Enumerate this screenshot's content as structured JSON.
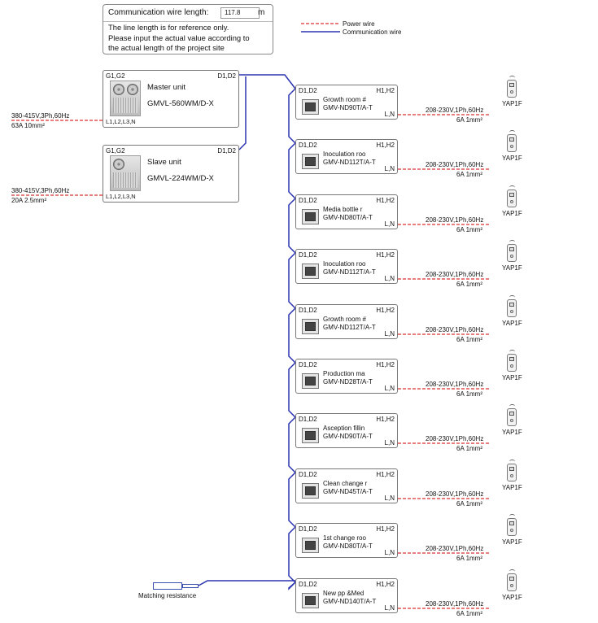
{
  "info": {
    "length_label": "Communication wire length:",
    "length_value": "117.8",
    "length_unit": "m",
    "note_line1": "The line length is for reference only.",
    "note_line2": "Please input the actual value according to",
    "note_line3": "the actual length of the project site"
  },
  "legend": {
    "power": "Power wire",
    "comm": "Communication wire",
    "power_color": "#d93030",
    "comm_color": "#2a33b0"
  },
  "outdoor_units": [
    {
      "top_left": "G1,G2",
      "top_right": "D1,D2",
      "bottom_left": "L1,L2,L3,N",
      "name": "Master unit",
      "model": "GMVL-560WM/D-X",
      "power_line1": "380-415V,3Ph,60Hz",
      "power_line2": "63A  10mm²"
    },
    {
      "top_left": "G1,G2",
      "top_right": "D1,D2",
      "bottom_left": "L1,L2,L3,N",
      "name": "Slave unit",
      "model": "GMVL-224WM/D-X",
      "power_line1": "380-415V,3Ph,60Hz",
      "power_line2": "20A  2.5mm²"
    }
  ],
  "indoor_units": [
    {
      "top_left": "D1,D2",
      "top_right": "H1,H2",
      "room": "Growth room #",
      "model": "GMV-ND90T/A-T",
      "ln": "L,N",
      "power_line1": "208-230V,1Ph,60Hz",
      "power_line2": "6A  1mm²",
      "controller": "YAP1F"
    },
    {
      "top_left": "D1,D2",
      "top_right": "H1,H2",
      "room": "Inoculation roo",
      "model": "GMV-ND112T/A-T",
      "ln": "L,N",
      "power_line1": "208-230V,1Ph,60Hz",
      "power_line2": "6A  1mm²",
      "controller": "YAP1F"
    },
    {
      "top_left": "D1,D2",
      "top_right": "H1,H2",
      "room": "Media bottle r",
      "model": "GMV-ND80T/A-T",
      "ln": "L,N",
      "power_line1": "208-230V,1Ph,60Hz",
      "power_line2": "6A  1mm²",
      "controller": "YAP1F"
    },
    {
      "top_left": "D1,D2",
      "top_right": "H1,H2",
      "room": "Inoculation roo",
      "model": "GMV-ND112T/A-T",
      "ln": "L,N",
      "power_line1": "208-230V,1Ph,60Hz",
      "power_line2": "6A  1mm²",
      "controller": "YAP1F"
    },
    {
      "top_left": "D1,D2",
      "top_right": "H1,H2",
      "room": "Growth room #",
      "model": "GMV-ND112T/A-T",
      "ln": "L,N",
      "power_line1": "208-230V,1Ph,60Hz",
      "power_line2": "6A  1mm²",
      "controller": "YAP1F"
    },
    {
      "top_left": "D1,D2",
      "top_right": "H1,H2",
      "room": "Production ma",
      "model": "GMV-ND28T/A-T",
      "ln": "L,N",
      "power_line1": "208-230V,1Ph,60Hz",
      "power_line2": "6A  1mm²",
      "controller": "YAP1F"
    },
    {
      "top_left": "D1,D2",
      "top_right": "H1,H2",
      "room": "Asception fillin",
      "model": "GMV-ND90T/A-T",
      "ln": "L,N",
      "power_line1": "208-230V,1Ph,60Hz",
      "power_line2": "6A  1mm²",
      "controller": "YAP1F"
    },
    {
      "top_left": "D1,D2",
      "top_right": "H1,H2",
      "room": "Clean change r",
      "model": "GMV-ND45T/A-T",
      "ln": "L,N",
      "power_line1": "208-230V,1Ph,60Hz",
      "power_line2": "6A  1mm²",
      "controller": "YAP1F"
    },
    {
      "top_left": "D1,D2",
      "top_right": "H1,H2",
      "room": "1st change roo",
      "model": "GMV-ND80T/A-T",
      "ln": "L,N",
      "power_line1": "208-230V,1Ph,60Hz",
      "power_line2": "6A  1mm²",
      "controller": "YAP1F"
    },
    {
      "top_left": "D1,D2",
      "top_right": "H1,H2",
      "room": "New pp &Med",
      "model": "GMV-ND140T/A-T",
      "ln": "L,N",
      "power_line1": "208-230V,1Ph,60Hz",
      "power_line2": "6A  1mm²",
      "controller": "YAP1F"
    }
  ],
  "matching_resistance": "Matching resistance"
}
